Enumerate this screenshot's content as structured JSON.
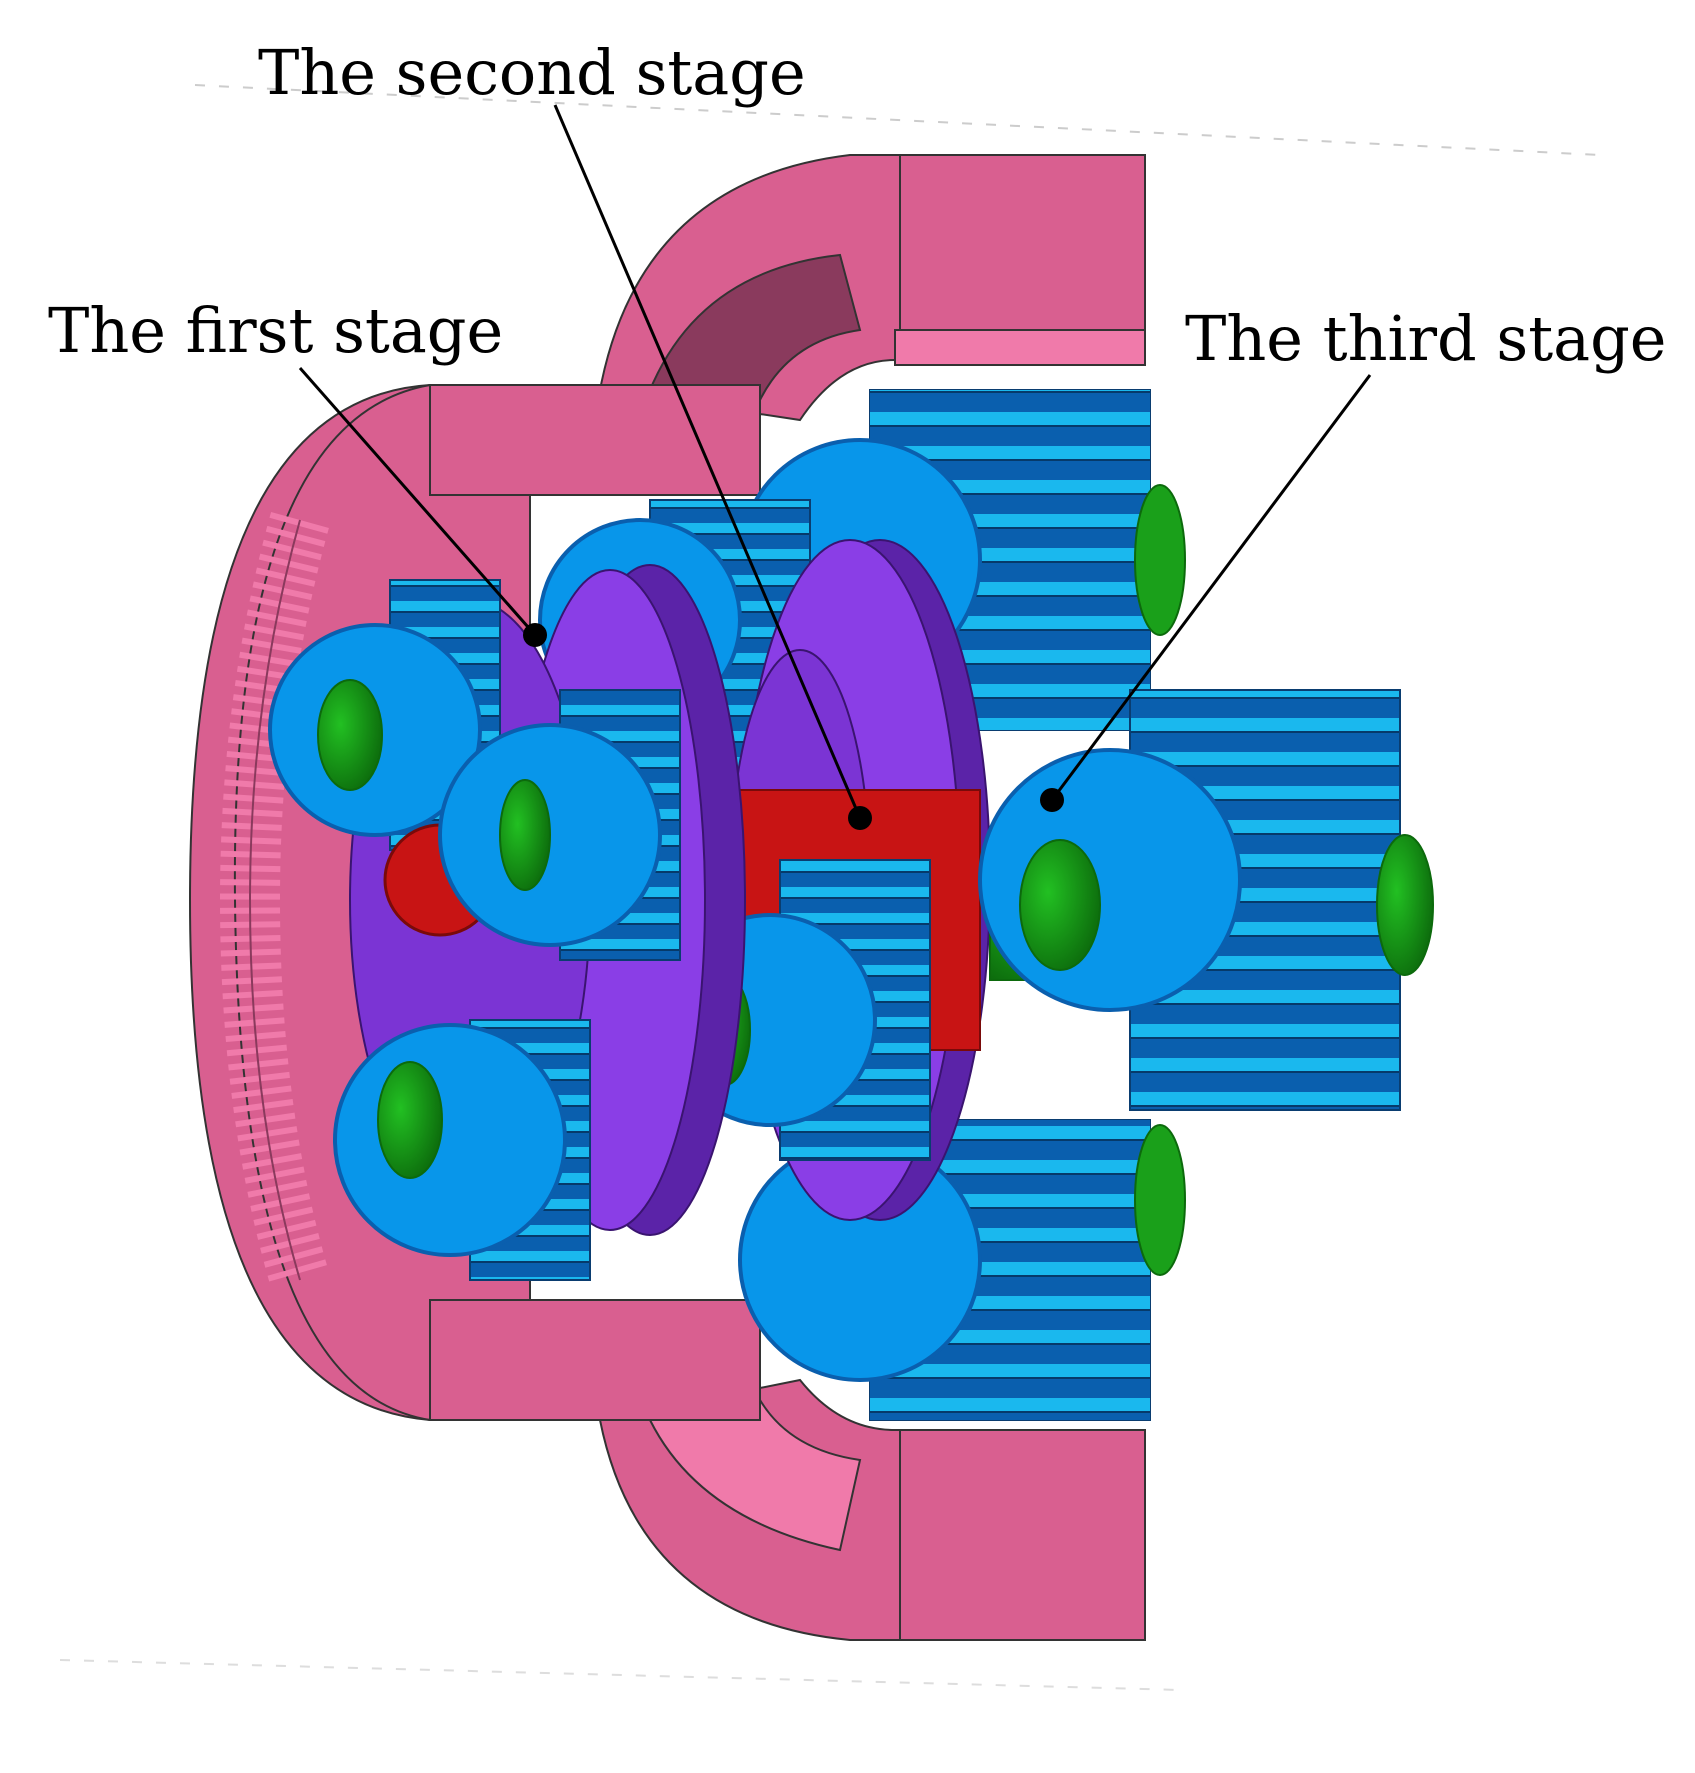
{
  "labels": {
    "second": "The second stage",
    "first": "The first stage",
    "third": "The third stage"
  },
  "colors": {
    "housing": "#d95f90",
    "housing_dark": "#a8486f",
    "housing_light": "#f07aaa",
    "gear": "#0896ea",
    "gear_dark": "#0a5fae",
    "gear_teeth": "#1ab8ee",
    "carrier": "#8a3ee6",
    "carrier_dark": "#5b23a8",
    "pin": "#1aa01a",
    "pin_dark": "#0c6a0c",
    "sun": "#c81414",
    "leader": "#000000"
  }
}
